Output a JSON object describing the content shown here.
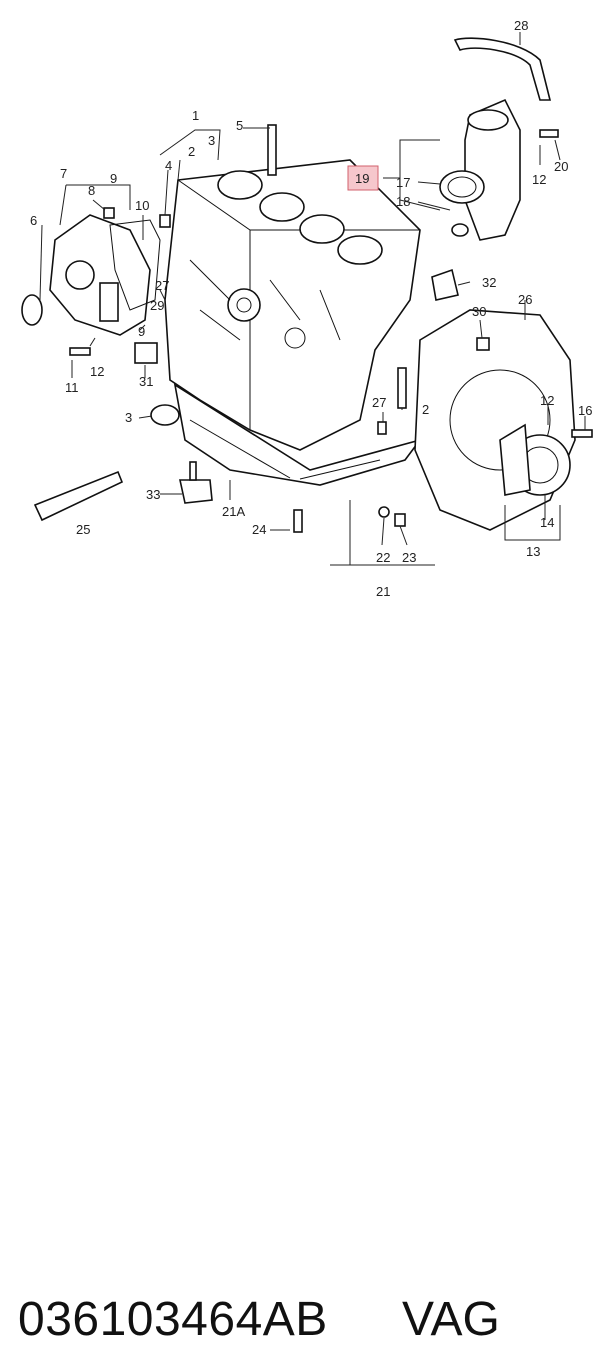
{
  "callouts": {
    "c1": "1",
    "c2": "2",
    "c3": "3",
    "c4": "4",
    "c5": "5",
    "c6": "6",
    "c7": "7",
    "c8": "8",
    "c9": "9",
    "c9b": "9",
    "c10": "10",
    "c11": "11",
    "c12a": "12",
    "c12b": "12",
    "c12c": "12",
    "c13": "13",
    "c14": "14",
    "c16": "16",
    "c17": "17",
    "c18": "18",
    "c19": "19",
    "c20": "20",
    "c21": "21",
    "c21a": "21A",
    "c22": "22",
    "c23": "23",
    "c24": "24",
    "c25": "25",
    "c26": "26",
    "c27a": "27",
    "c27b": "27",
    "c28": "28",
    "c29": "29",
    "c30": "30",
    "c31": "31",
    "c32": "32",
    "c33": "33",
    "c3b": "3",
    "c2b": "2"
  },
  "highlight": {
    "label": "19",
    "color": "#f6c7cc"
  },
  "footer": {
    "part_number": "036103464AB",
    "brand": "VAG"
  }
}
